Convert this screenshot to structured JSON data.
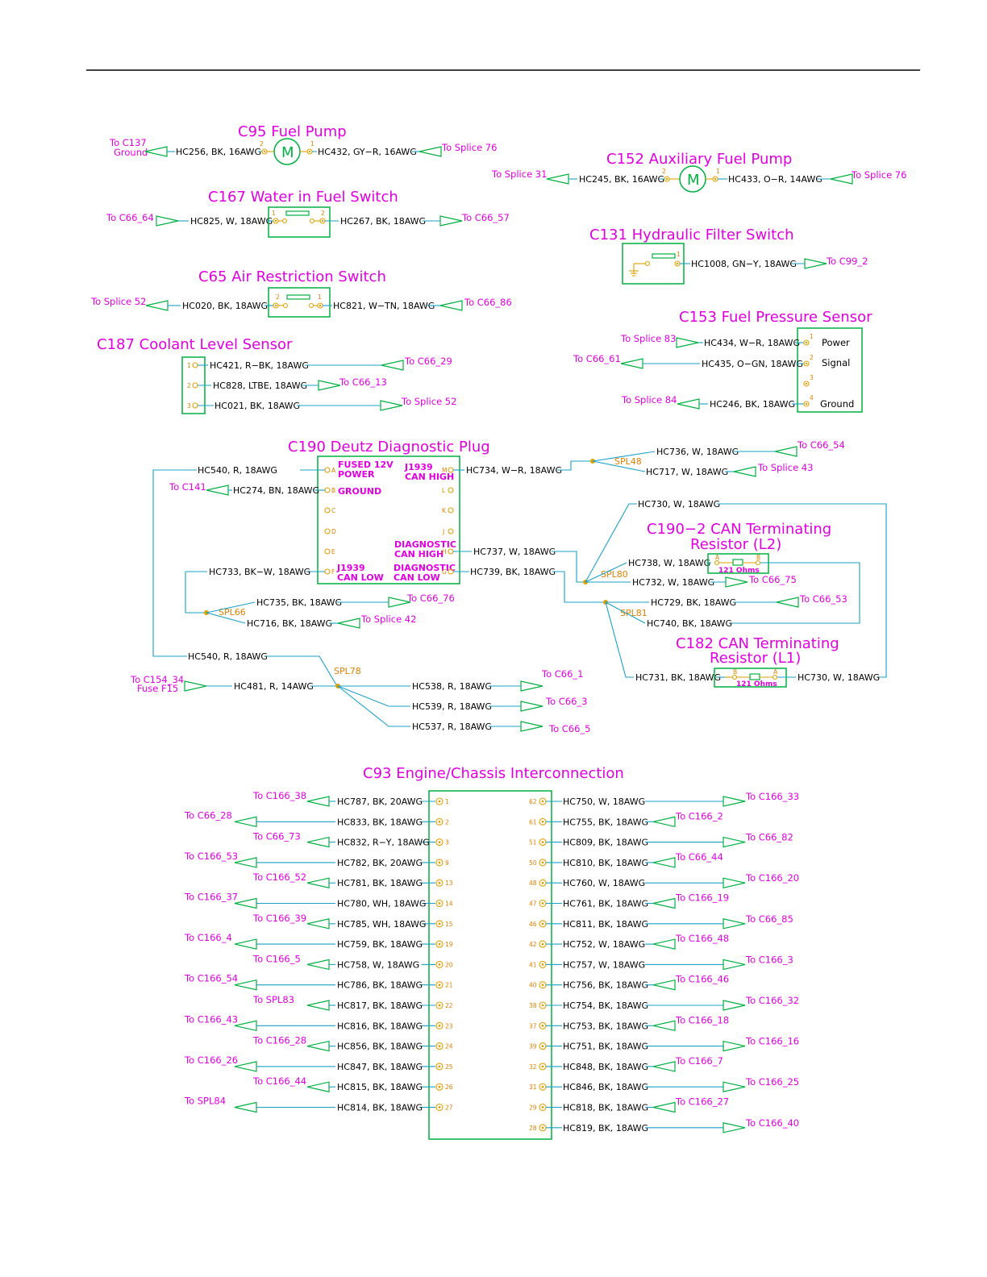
{
  "components": [
    {
      "id": "c95",
      "title": "C95  Fuel  Pump"
    },
    {
      "id": "c152",
      "title": "C152  Auxiliary  Fuel  Pump"
    },
    {
      "id": "c167",
      "title": "C167  Water  in  Fuel  Switch"
    },
    {
      "id": "c131",
      "title": "C131  Hydraulic  Filter  Switch"
    },
    {
      "id": "c65",
      "title": "C65  Air  Restriction  Switch"
    },
    {
      "id": "c153",
      "title": "C153  Fuel  Pressure  Sensor"
    },
    {
      "id": "c187",
      "title": "C187  Coolant  Level  Sensor"
    },
    {
      "id": "c190",
      "title": "C190  Deutz  Diagnostic  Plug"
    },
    {
      "id": "c190_2a",
      "title": "C190−2  CAN  Terminating"
    },
    {
      "id": "c190_2b",
      "title": "Resistor  (L2)"
    },
    {
      "id": "c182a",
      "title": "C182  CAN  Terminating"
    },
    {
      "id": "c182b",
      "title": "Resistor  (L1)"
    },
    {
      "id": "c93",
      "title": "C93  Engine/Chassis  Interconnection"
    }
  ],
  "upper_wires": [
    {
      "wire": "HC256, BK, 16AWG",
      "to": "To C137",
      "to2": "Ground"
    },
    {
      "wire": "HC432, GY−R, 16AWG",
      "to": "To Splice 76"
    },
    {
      "wire": "HC245, BK, 16AWG",
      "to": "To Splice 31"
    },
    {
      "wire": "HC433, O−R, 14AWG",
      "to": "To Splice 76"
    },
    {
      "wire": "HC825, W, 18AWG",
      "to": "To C66_64"
    },
    {
      "wire": "HC267, BK, 18AWG",
      "to": "To C66_57"
    },
    {
      "wire": "HC1008, GN−Y, 18AWG",
      "to": "To C99_2"
    },
    {
      "wire": "HC020, BK, 18AWG",
      "to": "To Splice 52"
    },
    {
      "wire": "HC821, W−TN, 18AWG",
      "to": "To C66_86"
    },
    {
      "wire": "HC434, W−R, 18AWG",
      "to": "To Splice 83"
    },
    {
      "wire": "HC435, O−GN, 18AWG",
      "to": "To C66_61"
    },
    {
      "wire": "HC246, BK, 18AWG",
      "to": "To Splice 84"
    },
    {
      "wire": "HC421, R−BK, 18AWG",
      "to": "To C66_29"
    },
    {
      "wire": "HC828, LTBE, 18AWG",
      "to": "To C66_13"
    },
    {
      "wire": "HC021, BK, 18AWG",
      "to": "To Splice 52"
    }
  ],
  "c153_pins": [
    "Power",
    "Signal",
    "Ground"
  ],
  "pump_symbol": "M",
  "c190_labels": [
    "FUSED 12V",
    "POWER",
    "GROUND",
    "J1939",
    "CAN HIGH",
    "DIAGNOSTIC",
    "CAN HIGH",
    "J1939",
    "CAN LOW",
    "DIAGNOSTIC",
    "CAN LOW"
  ],
  "c190_pins": [
    "A",
    "B",
    "C",
    "D",
    "E",
    "F",
    "M",
    "L",
    "K",
    "J",
    "H",
    "G"
  ],
  "mid_wires": [
    {
      "wire": "HC540, R, 18AWG"
    },
    {
      "wire": "HC274, BN, 18AWG",
      "to": "To C141"
    },
    {
      "wire": "HC733, BK−W, 18AWG"
    },
    {
      "wire": "HC734, W−R, 18AWG"
    },
    {
      "wire": "HC737, W, 18AWG"
    },
    {
      "wire": "HC739, BK, 18AWG"
    },
    {
      "wire": "HC736, W, 18AWG",
      "to": "To C66_54"
    },
    {
      "wire": "HC717, W, 18AWG",
      "to": "To Splice 43"
    },
    {
      "wire": "HC730, W, 18AWG"
    },
    {
      "wire": "HC738, W, 18AWG"
    },
    {
      "wire": "HC732, W, 18AWG",
      "to": "To C66_75"
    },
    {
      "wire": "HC729, BK, 18AWG",
      "to": "To C66_53"
    },
    {
      "wire": "HC740, BK, 18AWG"
    },
    {
      "wire": "HC731, BK, 18AWG"
    },
    {
      "wire": "HC730, W, 18AWG"
    },
    {
      "wire": "HC735, BK, 18AWG",
      "to": "To C66_76"
    },
    {
      "wire": "HC716, BK, 18AWG",
      "to": "To Splice 42"
    },
    {
      "wire": "HC540, R, 18AWG"
    },
    {
      "wire": "HC481, R, 14AWG",
      "to": "To C154_34",
      "to2": "Fuse F15"
    },
    {
      "wire": "HC538, R, 18AWG",
      "to": "To C66_1"
    },
    {
      "wire": "HC539, R, 18AWG",
      "to": "To C66_3"
    },
    {
      "wire": "HC537, R, 18AWG",
      "to": "To C66_5"
    }
  ],
  "splices": [
    "SPL48",
    "SPL80",
    "SPL81",
    "SPL66",
    "SPL78"
  ],
  "resistor_value": "121 Ohms",
  "resistor_pins": [
    "A",
    "B"
  ],
  "c93_left": [
    {
      "pin": "1",
      "wire": "HC787, BK, 20AWG",
      "to": "To C166_38"
    },
    {
      "pin": "2",
      "wire": "HC833, BK, 18AWG",
      "to": "To C66_28"
    },
    {
      "pin": "3",
      "wire": "HC832, R−Y, 18AWG",
      "to": "To C66_73"
    },
    {
      "pin": "9",
      "wire": "HC782, BK, 20AWG",
      "to": "To C166_53"
    },
    {
      "pin": "13",
      "wire": "HC781, BK, 18AWG",
      "to": "To C166_52"
    },
    {
      "pin": "14",
      "wire": "HC780, WH, 18AWG",
      "to": "To C166_37"
    },
    {
      "pin": "15",
      "wire": "HC785, WH, 18AWG",
      "to": "To C166_39"
    },
    {
      "pin": "19",
      "wire": "HC759, BK, 18AWG",
      "to": "To C166_4"
    },
    {
      "pin": "20",
      "wire": "HC758, W, 18AWG",
      "to": "To C166_5"
    },
    {
      "pin": "21",
      "wire": "HC786, BK, 18AWG",
      "to": "To C166_54"
    },
    {
      "pin": "22",
      "wire": "HC817, BK, 18AWG",
      "to": "To SPL83"
    },
    {
      "pin": "23",
      "wire": "HC816, BK, 18AWG",
      "to": "To C166_43"
    },
    {
      "pin": "24",
      "wire": "HC856, BK, 18AWG",
      "to": "To C166_28"
    },
    {
      "pin": "25",
      "wire": "HC847, BK, 18AWG",
      "to": "To C166_26"
    },
    {
      "pin": "26",
      "wire": "HC815, BK, 18AWG",
      "to": "To C166_44"
    },
    {
      "pin": "27",
      "wire": "HC814, BK, 18AWG",
      "to": "To SPL84"
    }
  ],
  "c93_right": [
    {
      "pin": "62",
      "wire": "HC750, W, 18AWG",
      "to": "To C166_33"
    },
    {
      "pin": "61",
      "wire": "HC755, BK, 18AWG",
      "to": "To C166_2"
    },
    {
      "pin": "51",
      "wire": "HC809, BK, 18AWG",
      "to": "To C66_82"
    },
    {
      "pin": "50",
      "wire": "HC810, BK, 18AWG",
      "to": "To C66_44"
    },
    {
      "pin": "48",
      "wire": "HC760, W, 18AWG",
      "to": "To C166_20"
    },
    {
      "pin": "47",
      "wire": "HC761, BK, 18AWG",
      "to": "To C166_19"
    },
    {
      "pin": "46",
      "wire": "HC811, BK, 18AWG",
      "to": "To C66_85"
    },
    {
      "pin": "42",
      "wire": "HC752, W, 18AWG",
      "to": "To C166_48"
    },
    {
      "pin": "41",
      "wire": "HC757, W, 18AWG",
      "to": "To C166_3"
    },
    {
      "pin": "40",
      "wire": "HC756, BK, 18AWG",
      "to": "To C166_46"
    },
    {
      "pin": "38",
      "wire": "HC754, BK, 18AWG",
      "to": "To C166_32"
    },
    {
      "pin": "37",
      "wire": "HC753, BK, 18AWG",
      "to": "To C166_18"
    },
    {
      "pin": "39",
      "wire": "HC751, BK, 18AWG",
      "to": "To C166_16"
    },
    {
      "pin": "32",
      "wire": "HC848, BK, 18AWG",
      "to": "To C166_7"
    },
    {
      "pin": "31",
      "wire": "HC846, BK, 18AWG",
      "to": "To C166_25"
    },
    {
      "pin": "29",
      "wire": "HC818, BK, 18AWG",
      "to": "To C166_27"
    },
    {
      "pin": "28",
      "wire": "HC819, BK, 18AWG",
      "to": "To C166_40"
    }
  ],
  "colors": {
    "title": "#e000e0",
    "wire": "#1aa0c8",
    "box": "#00b040",
    "pin": "#e0a000",
    "label": "#000000"
  }
}
